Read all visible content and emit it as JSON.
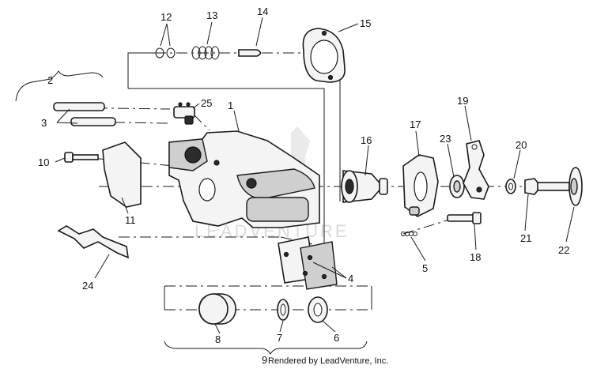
{
  "watermark": {
    "text": "LEADVENTURE"
  },
  "credit": "Rendered by LeadVenture, Inc.",
  "callouts": [
    {
      "id": "1",
      "label": "1"
    },
    {
      "id": "2",
      "label": "2"
    },
    {
      "id": "3",
      "label": "3"
    },
    {
      "id": "4",
      "label": "4"
    },
    {
      "id": "5",
      "label": "5"
    },
    {
      "id": "6",
      "label": "6"
    },
    {
      "id": "7",
      "label": "7"
    },
    {
      "id": "8",
      "label": "8"
    },
    {
      "id": "9",
      "label": "9"
    },
    {
      "id": "10",
      "label": "10"
    },
    {
      "id": "11",
      "label": "11"
    },
    {
      "id": "12",
      "label": "12"
    },
    {
      "id": "13",
      "label": "13"
    },
    {
      "id": "14",
      "label": "14"
    },
    {
      "id": "15",
      "label": "15"
    },
    {
      "id": "16",
      "label": "16"
    },
    {
      "id": "17",
      "label": "17"
    },
    {
      "id": "18",
      "label": "18"
    },
    {
      "id": "19",
      "label": "19"
    },
    {
      "id": "20",
      "label": "20"
    },
    {
      "id": "21",
      "label": "21"
    },
    {
      "id": "22",
      "label": "22"
    },
    {
      "id": "23",
      "label": "23"
    },
    {
      "id": "24",
      "label": "24"
    },
    {
      "id": "25",
      "label": "25"
    }
  ]
}
